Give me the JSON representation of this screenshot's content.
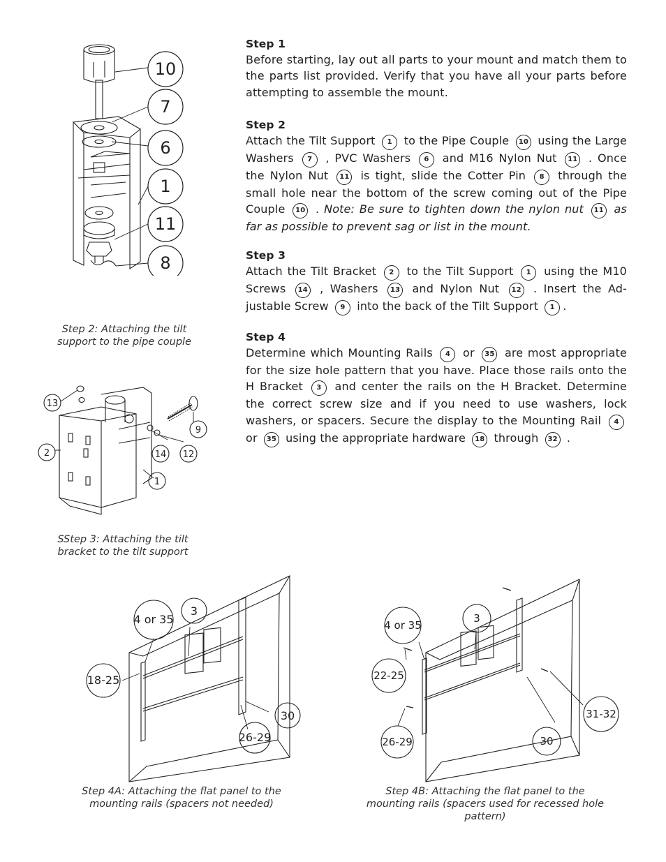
{
  "steps": [
    {
      "title": "Step 1",
      "text": "Before starting, lay out all parts to your mount and match them to the parts list provided.  Verify that you have all your parts before attempting to assemble the mount."
    },
    {
      "title": "Step 2",
      "segments": [
        {
          "t": "Attach the Tilt Support "
        },
        {
          "c": "1"
        },
        {
          "t": " to the Pipe Couple "
        },
        {
          "c": "10"
        },
        {
          "t": " using the Large Washers "
        },
        {
          "c": "7"
        },
        {
          "t": " , PVC Washers "
        },
        {
          "c": "6"
        },
        {
          "t": " and M16 Nylon Nut "
        },
        {
          "c": "11"
        },
        {
          "t": " . Once the Nylon Nut "
        },
        {
          "c": "11"
        },
        {
          "t": " is tight, slide the Cotter Pin "
        },
        {
          "c": "8"
        },
        {
          "t": " through the small hole near the bottom of the screw coming out of the Pipe Couple "
        },
        {
          "c": "10"
        },
        {
          "t": " . "
        },
        {
          "i": "Note: Be sure to tighten down the nylon nut "
        },
        {
          "c": "11"
        },
        {
          "i": " as far as possible to prevent sag or list in the mount."
        }
      ]
    },
    {
      "title": "Step 3",
      "segments": [
        {
          "t": "Attach the Tilt Bracket "
        },
        {
          "c": "2"
        },
        {
          "t": " to the Tilt Support "
        },
        {
          "c": "1"
        },
        {
          "t": " using the M10 Screws "
        },
        {
          "c": "14"
        },
        {
          "t": " , Washers "
        },
        {
          "c": "13"
        },
        {
          "t": " and Nylon Nut "
        },
        {
          "c": "12"
        },
        {
          "t": " . Insert the Ad-justable Screw "
        },
        {
          "c": "9"
        },
        {
          "t": " into the back of the Tilt Support "
        },
        {
          "c": "1"
        },
        {
          "t": "."
        }
      ]
    },
    {
      "title": "Step 4",
      "segments": [
        {
          "t": "Determine which Mounting Rails "
        },
        {
          "c": "4"
        },
        {
          "t": " or "
        },
        {
          "c": "35"
        },
        {
          "t": " are most appropriate for the size hole pattern that you have.  Place those rails onto the H Bracket "
        },
        {
          "c": "3"
        },
        {
          "t": " and center the rails on the H Bracket.  Determine the correct screw size and if you need to use washers, lock washers, or spacers.   Secure the display to the Mounting Rail "
        },
        {
          "c": "4"
        },
        {
          "t": " or "
        },
        {
          "c": "35"
        },
        {
          "t": " using the appropriate hardware "
        },
        {
          "c": "18"
        },
        {
          "t": " through "
        },
        {
          "c": "32"
        },
        {
          "t": " ."
        }
      ]
    }
  ],
  "figures": {
    "fig1": {
      "callouts": [
        "10",
        "7",
        "6",
        "1",
        "11",
        "8"
      ],
      "caption": "Step 2: Attaching the tilt support to the pipe couple"
    },
    "fig2": {
      "callouts": [
        "13",
        "2",
        "14",
        "12",
        "9",
        "1"
      ],
      "caption": "SStep 3: Attaching the tilt bracket to the tilt support"
    },
    "fig3": {
      "callouts": [
        "4 or 35",
        "3",
        "18-25",
        "30",
        "26-29"
      ],
      "caption": "Step 4A: Attaching the flat panel to the mounting rails (spacers not needed)"
    },
    "fig4": {
      "callouts": [
        "4 or 35",
        "3",
        "22-25",
        "26-29",
        "30",
        "31-32"
      ],
      "caption": "Step 4B: Attaching the flat panel to the mounting rails (spacers used for recessed hole pattern)"
    }
  }
}
